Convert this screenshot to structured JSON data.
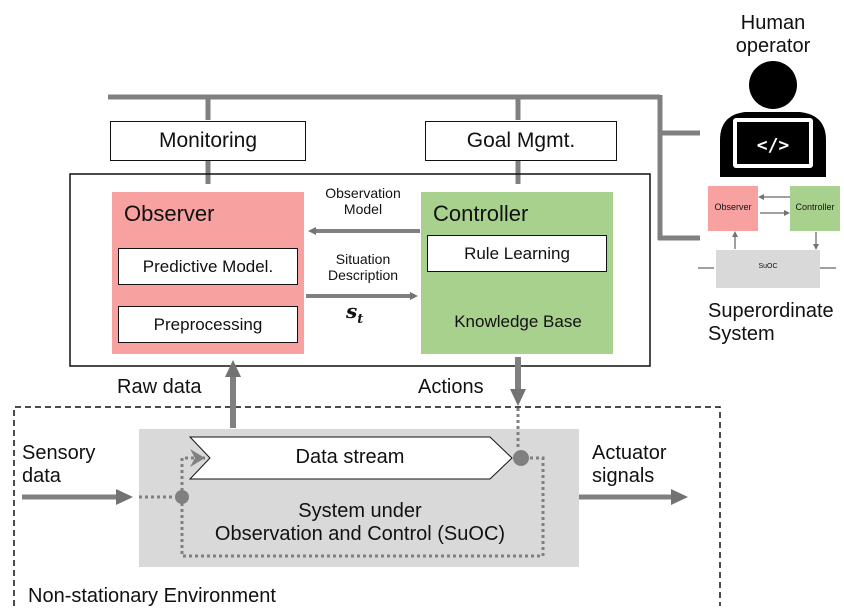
{
  "human_operator": {
    "label_line1": "Human",
    "label_line2": "operator"
  },
  "top_blocks": {
    "monitoring": "Monitoring",
    "goal_mgmt": "Goal Mgmt."
  },
  "observer": {
    "title": "Observer",
    "predictive_model": "Predictive Model.",
    "preprocessing": "Preprocessing"
  },
  "controller": {
    "title": "Controller",
    "rule_learning": "Rule Learning",
    "knowledge_base": "Knowledge Base"
  },
  "arrows": {
    "observation_model_line1": "Observation",
    "observation_model_line2": "Model",
    "situation_line1": "Situation",
    "situation_line2": "Description",
    "situation_symbol_base": "s",
    "situation_symbol_sub": "t",
    "raw_data": "Raw data",
    "actions": "Actions",
    "sensory_line1": "Sensory",
    "sensory_line2": "data",
    "actuator_line1": "Actuator",
    "actuator_line2": "signals"
  },
  "suoc": {
    "data_stream": "Data stream",
    "line1": "System under",
    "line2": "Observation and Control (SuOC)"
  },
  "environment": {
    "label": "Non-stationary Environment"
  },
  "superordinate": {
    "line1": "Superordinate",
    "line2": "System",
    "mini_observer": "Observer",
    "mini_controller": "Controller",
    "mini_suoc": "SuOC"
  },
  "colors": {
    "observer_fill": "#f8a1a1",
    "controller_fill": "#a9d18e",
    "suoc_fill": "#d9d9d9",
    "connector": "#737373"
  }
}
